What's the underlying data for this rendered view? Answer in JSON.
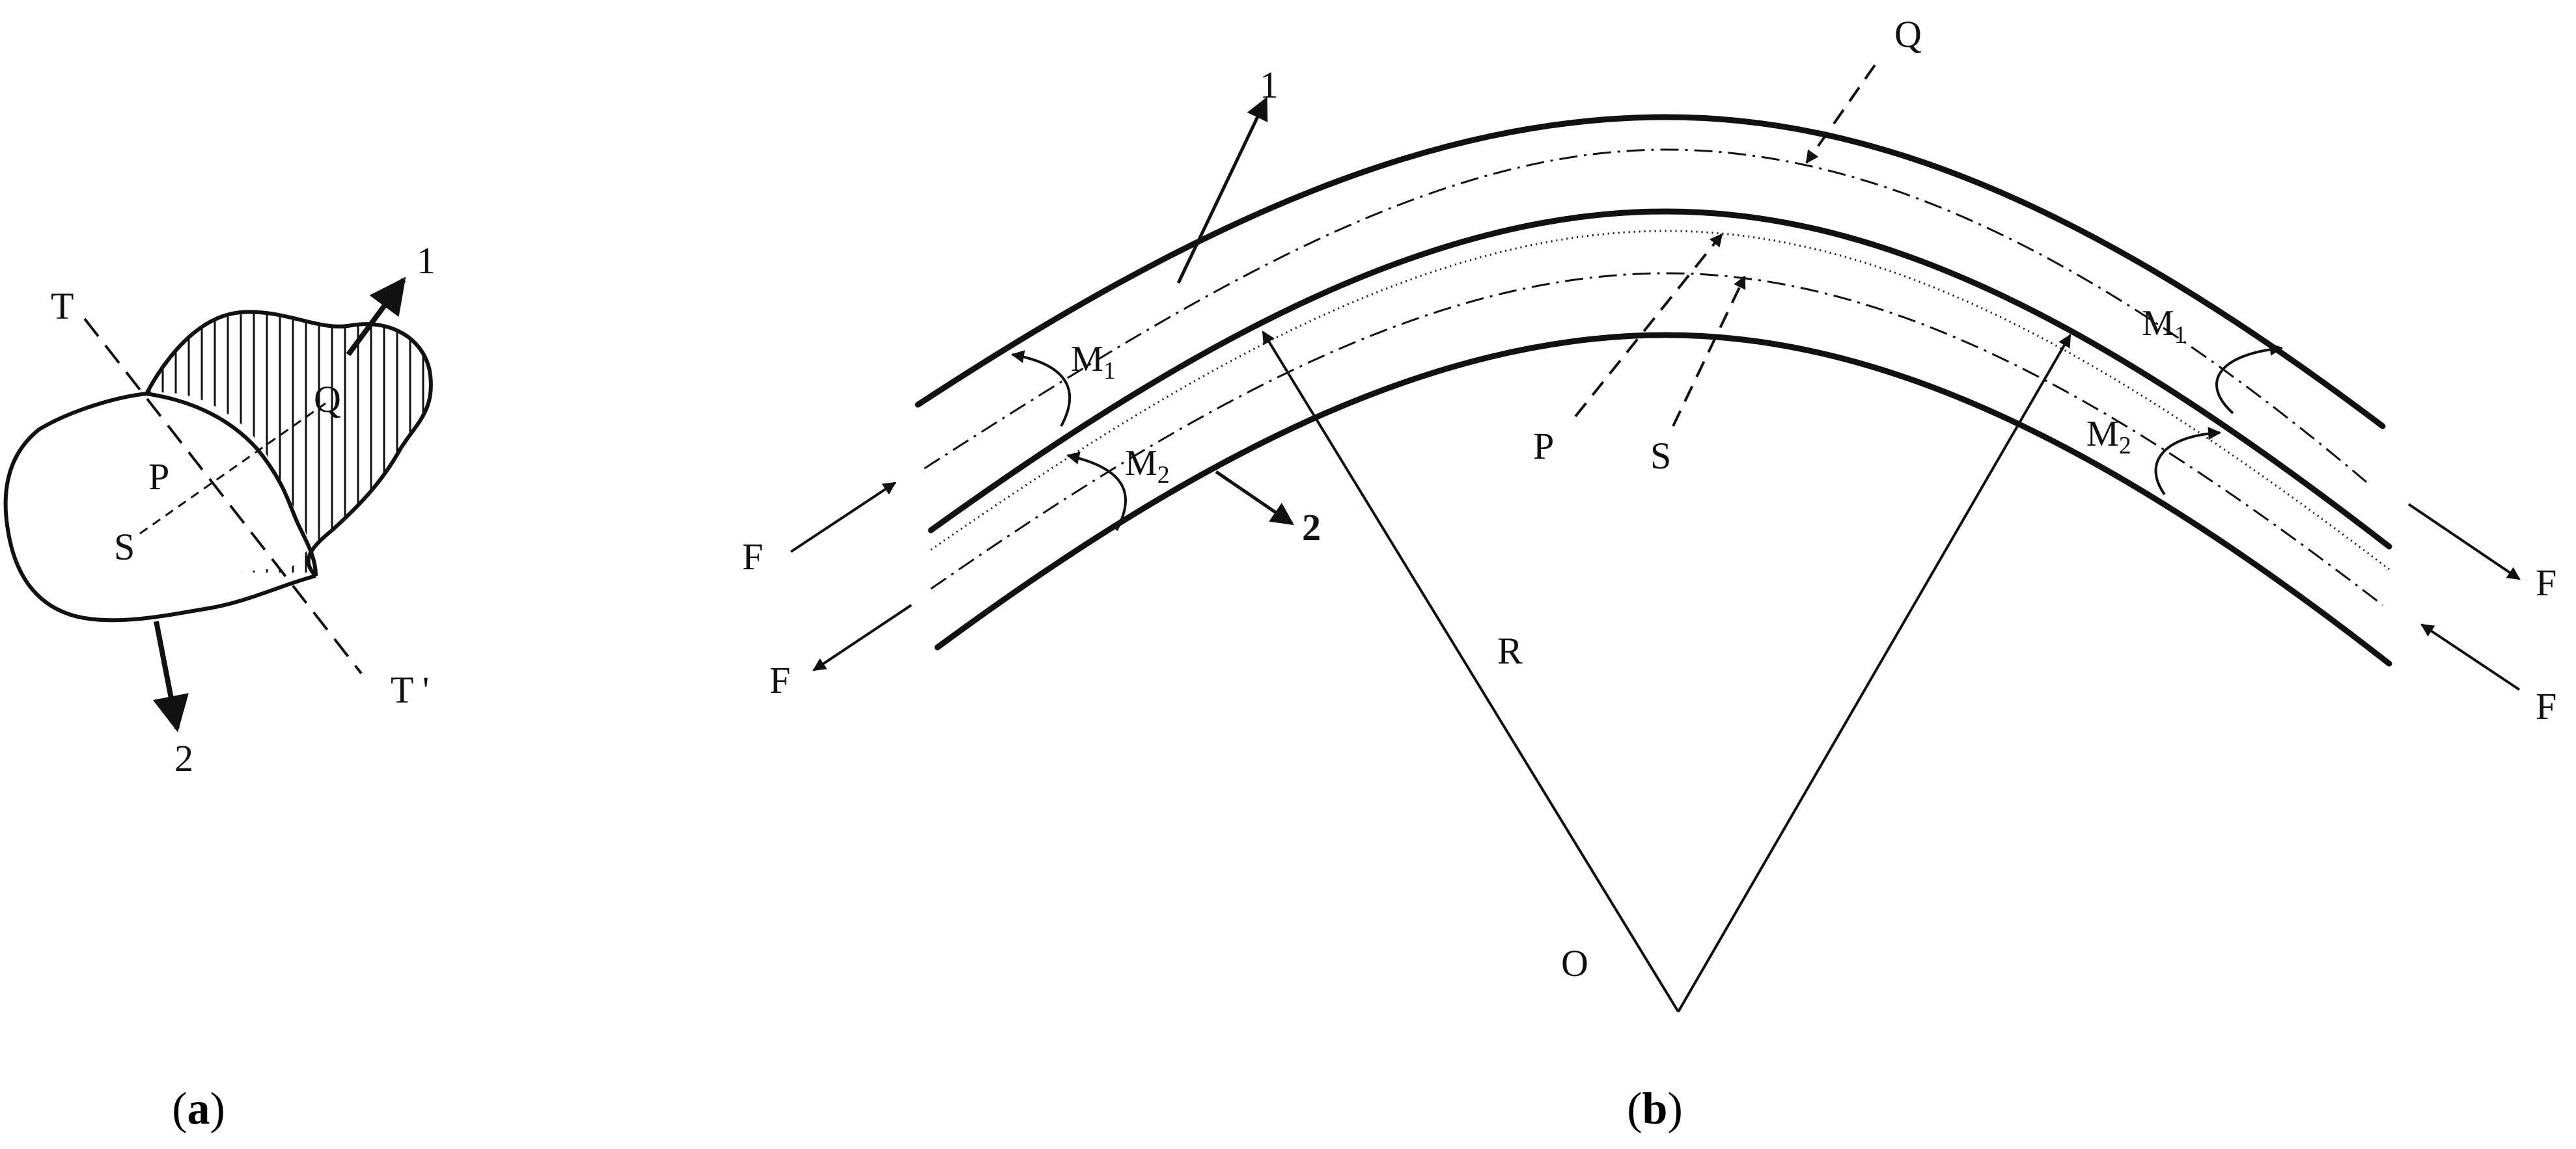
{
  "panel_a": {
    "caption_open": "(",
    "caption_letter": "a",
    "caption_close": ")",
    "labels": {
      "T": "T",
      "T_prime": "T '",
      "Q": "Q",
      "P": "P",
      "S": "S",
      "arrow_1": "1",
      "arrow_2": "2"
    }
  },
  "panel_b": {
    "caption_open": "(",
    "caption_letter": "b",
    "caption_close": ")",
    "labels": {
      "Q": "Q",
      "P": "P",
      "S": "S",
      "R": "R",
      "O": "O",
      "arrow_1": "1",
      "arrow_2": "2",
      "M1_left_main": "M",
      "M1_left_sub": "1",
      "M2_left_main": "M",
      "M2_left_sub": "2",
      "M1_right_main": "M",
      "M1_right_sub": "1",
      "M2_right_main": "M",
      "M2_right_sub": "2",
      "F_left_upper": "F",
      "F_left_lower": "F",
      "F_right_upper": "F",
      "F_right_lower": "F"
    }
  }
}
